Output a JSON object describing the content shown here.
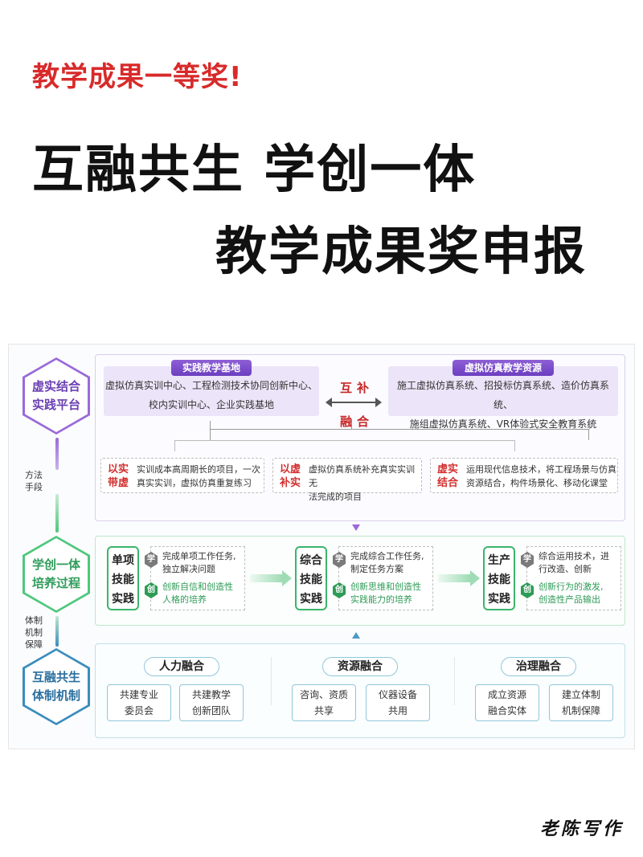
{
  "header": {
    "award": "教学成果一等奖!",
    "title_line1": "互融共生 学创一体",
    "title_line2": "教学成果奖申报"
  },
  "side": {
    "hex1": [
      "虚实结合",
      "实践平台"
    ],
    "hex2": [
      "学创一体",
      "培养过程"
    ],
    "hex3": [
      "互融共生",
      "体制机制"
    ],
    "cap1": [
      "方法",
      "手段"
    ],
    "cap2": [
      "体制",
      "机制",
      "保障"
    ]
  },
  "top": {
    "left_title": "实践教学基地",
    "left_lines": [
      "虚拟仿真实训中心、工程检测技术协同创新中心、",
      "校内实训中心、企业实践基地"
    ],
    "right_title": "虚拟仿真教学资源",
    "right_lines": [
      "施工虚拟仿真系统、招投标仿真系统、造价仿真系统、",
      "施组虚拟仿真系统、VR体验式安全教育系统"
    ],
    "center_top": "互补",
    "center_bottom": "融合",
    "details": [
      {
        "label": [
          "以实",
          "带虚"
        ],
        "text": [
          "实训成本高周期长的项目，一次",
          "真实实训，虚拟仿真重复练习"
        ]
      },
      {
        "label": [
          "以虚",
          "补实"
        ],
        "text": [
          "虚拟仿真系统补充真实实训无",
          "法完成的项目"
        ]
      },
      {
        "label": [
          "虚实",
          "结合"
        ],
        "text": [
          "运用现代信息技术，将工程场景与仿真",
          "资源结合，构件场景化、移动化课堂"
        ]
      }
    ]
  },
  "mid": {
    "badge_xue": "学",
    "badge_chuang": "创",
    "steps": [
      {
        "name": [
          "单项",
          "技能",
          "实践"
        ],
        "xue": [
          "完成单项工作任务,",
          "独立解决问题"
        ],
        "chuang": [
          "创新自信和创造性",
          "人格的培养"
        ]
      },
      {
        "name": [
          "综合",
          "技能",
          "实践"
        ],
        "xue": [
          "完成综合工作任务,",
          "制定任务方案"
        ],
        "chuang": [
          "创新思维和创造性",
          "实践能力的培养"
        ]
      },
      {
        "name": [
          "生产",
          "技能",
          "实践"
        ],
        "xue": [
          "综合运用技术，进",
          "行改造、创新"
        ],
        "chuang": [
          "创新行为的激发,",
          "创造性产品输出"
        ]
      }
    ]
  },
  "bottom": {
    "groups": [
      {
        "title": "人力融合",
        "items": [
          [
            "共建专业",
            "委员会"
          ],
          [
            "共建教学",
            "创新团队"
          ]
        ]
      },
      {
        "title": "资源融合",
        "items": [
          [
            "咨询、资质",
            "共享"
          ],
          [
            "仪器设备",
            "共用"
          ]
        ]
      },
      {
        "title": "治理融合",
        "items": [
          [
            "成立资源",
            "融合实体"
          ],
          [
            "建立体制",
            "机制保障"
          ]
        ]
      }
    ]
  },
  "signature": "老陈写作",
  "colors": {
    "award": "#d82a2a",
    "purple": "#7b4fc7",
    "green": "#3cb46e",
    "blue": "#3b8dbd"
  }
}
